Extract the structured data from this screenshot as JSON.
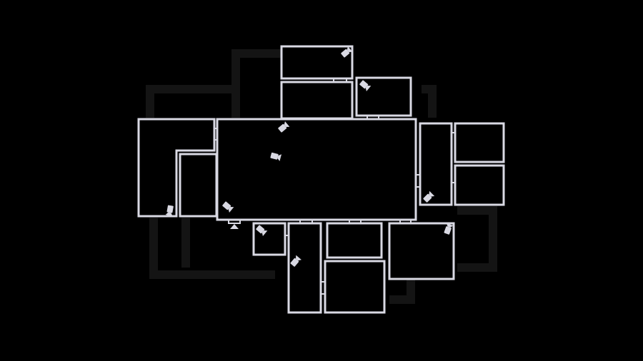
{
  "map": {
    "background_color": "#000000",
    "wall_color": "#d9d9e3",
    "ghost_wall_color": "#141414",
    "camera_color": "#d9d9e3"
  },
  "rooms": [
    "room-top",
    "room-upper-center",
    "room-upper-right-small",
    "room-west",
    "room-west-inner",
    "room-main-hall",
    "room-east-corridor",
    "room-east-top",
    "room-east-bottom",
    "room-south-small",
    "room-south-corridor",
    "room-south-mid-top",
    "room-south-mid-bottom",
    "room-southeast"
  ],
  "cameras": [
    {
      "id": "cam-top",
      "icon": "security-camera-icon",
      "rotation": -40
    },
    {
      "id": "cam-upper-right",
      "icon": "security-camera-icon",
      "rotation": 40
    },
    {
      "id": "cam-hall-entrance",
      "icon": "security-camera-icon",
      "rotation": -40
    },
    {
      "id": "cam-hall-center",
      "icon": "security-camera-icon",
      "rotation": 15
    },
    {
      "id": "cam-west",
      "icon": "security-camera-icon",
      "rotation": 100
    },
    {
      "id": "cam-hall-southwest",
      "icon": "security-camera-icon",
      "rotation": 40
    },
    {
      "id": "cam-east-corridor",
      "icon": "security-camera-icon",
      "rotation": -45
    },
    {
      "id": "cam-south-small",
      "icon": "security-camera-icon",
      "rotation": 40
    },
    {
      "id": "cam-south-corridor",
      "icon": "security-camera-icon",
      "rotation": -50
    },
    {
      "id": "cam-southeast",
      "icon": "security-camera-icon",
      "rotation": -70
    }
  ],
  "player_marker": {
    "icon": "player-location-triangle-icon"
  }
}
